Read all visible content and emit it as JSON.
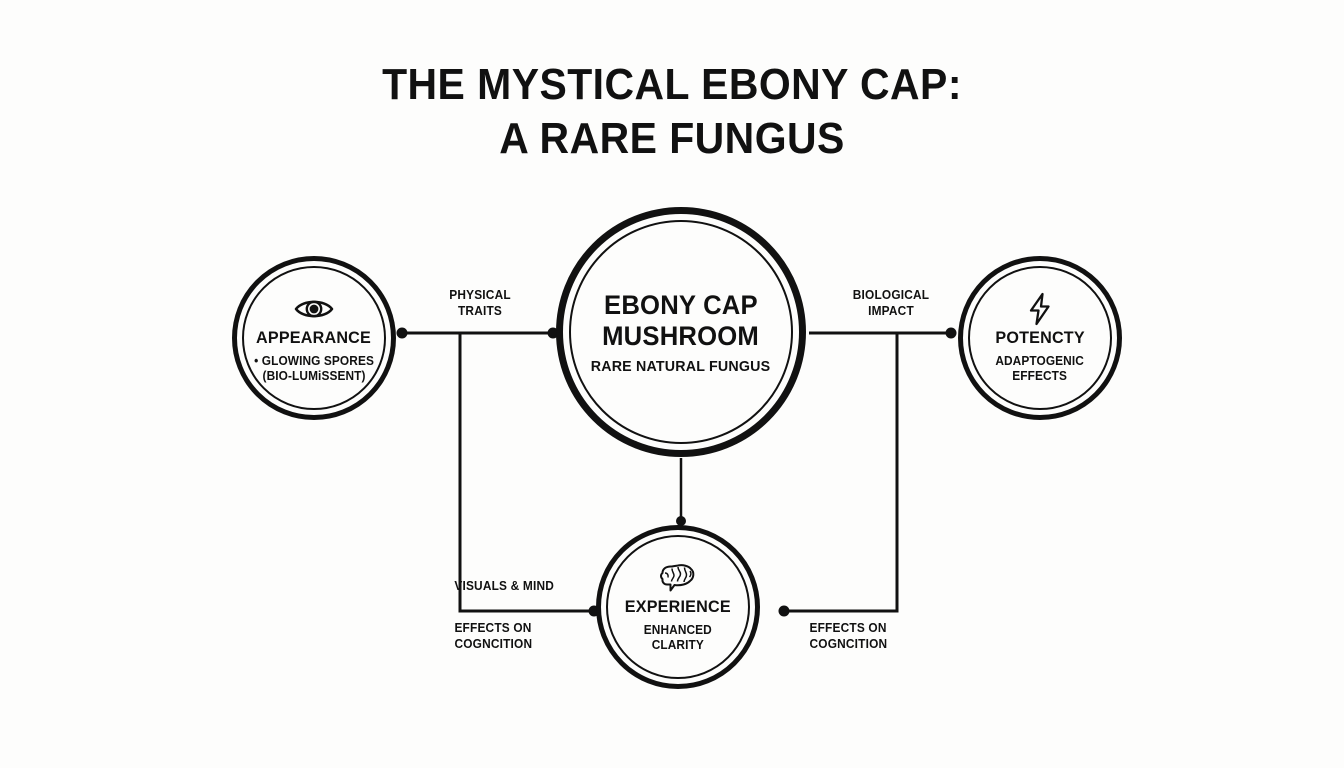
{
  "page": {
    "background_color": "#fdfdfc",
    "ink_color": "#111111"
  },
  "title": {
    "line1": "THE MYSTICAL EBONY CAP:",
    "line2": "A RARE FUNGUS"
  },
  "diagram": {
    "type": "hub-and-spoke concept map",
    "center": {
      "id": "ebony-cap-mushroom",
      "title_line1": "EBONY CAP",
      "title_line2": "MUSHROOM",
      "subtitle": "RARE NATURAL FUNGUS"
    },
    "nodes": [
      {
        "id": "appearance",
        "icon": "eye-icon",
        "title": "APPEARANCE",
        "sub_line1": "• GLOWING SPORES",
        "sub_line2": "(BIO-LUMiSSENT)"
      },
      {
        "id": "potency",
        "icon": "lightning-bolt-icon",
        "title": "POTENCTY",
        "sub_line1": "ADAPTOGENIC",
        "sub_line2": "EFFECTS"
      },
      {
        "id": "experience",
        "icon": "brain-icon",
        "title": "EXPERIENCE",
        "sub_line1": "ENHANCED",
        "sub_line2": "CLARITY"
      }
    ],
    "edge_labels": {
      "physical_traits": "PHYSICAL\nTRAITS",
      "biological_impact": "BIOLOGICAL\nIMPACT",
      "visuals_and_mind": "VISUALS & MIND",
      "effects_on_cognition_left": "EFFECTS ON\nCOGNCITION",
      "effects_on_cognition_right": "EFFECTS ON\nCOGNCITION"
    }
  }
}
